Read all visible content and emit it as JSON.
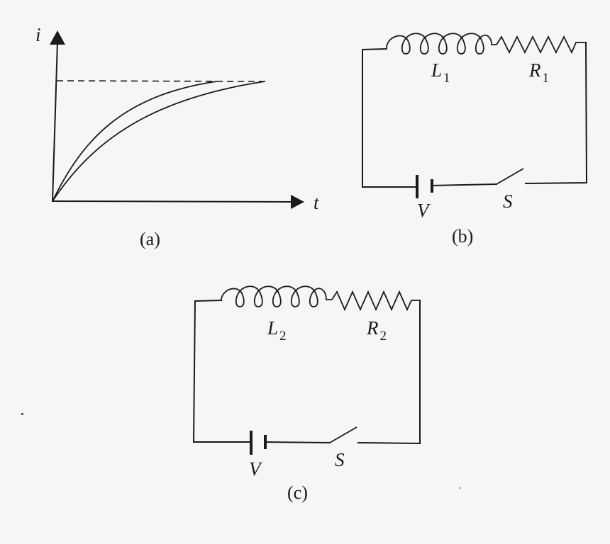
{
  "figure_a": {
    "caption": "(a)",
    "y_axis_label": "i",
    "x_axis_label": "t",
    "curves": [
      {
        "name": "faster-rise-curve",
        "description": "current growth reaching steady value sooner"
      },
      {
        "name": "slower-rise-curve",
        "description": "current growth reaching steady value later"
      }
    ],
    "asymptote": "dashed steady-state current line"
  },
  "figure_b": {
    "caption": "(b)",
    "inductor_label": "L",
    "inductor_sub": "1",
    "resistor_label": "R",
    "resistor_sub": "1",
    "battery_label": "V",
    "switch_label": "S"
  },
  "figure_c": {
    "caption": "(c)",
    "inductor_label": "L",
    "inductor_sub": "2",
    "resistor_label": "R",
    "resistor_sub": "2",
    "battery_label": "V",
    "switch_label": "S"
  },
  "colors": {
    "background": "#f6f6f6",
    "ink": "#1a1a1a"
  }
}
